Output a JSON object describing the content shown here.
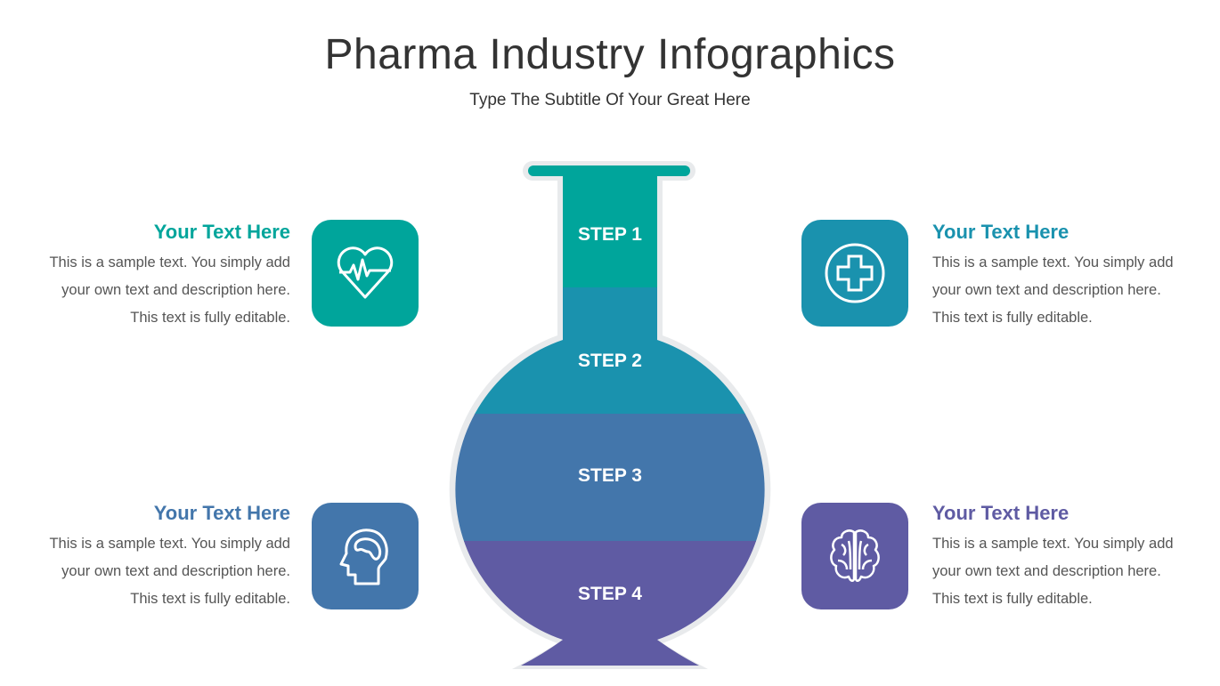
{
  "header": {
    "title": "Pharma Industry Infographics",
    "subtitle": "Type The Subtitle Of Your Great Here"
  },
  "steps": [
    {
      "label": "STEP 1",
      "color": "#00A59B"
    },
    {
      "label": "STEP 2",
      "color": "#1A92AE"
    },
    {
      "label": "STEP 3",
      "color": "#4376AB"
    },
    {
      "label": "STEP 4",
      "color": "#5F5BA3"
    }
  ],
  "items": [
    {
      "title": "Your Text Here",
      "text": "This is a sample text. You simply add your own text and description here. This text is fully editable.",
      "icon": "heartbeat-icon",
      "color": "#00A59B"
    },
    {
      "title": "Your Text Here",
      "text": "This is a sample text. You simply add your own text and description here. This text is fully editable.",
      "icon": "medical-cross-icon",
      "color": "#1A92AE"
    },
    {
      "title": "Your Text Here",
      "text": "This is a sample text. You simply add your own text and description here. This text is fully editable.",
      "icon": "head-brain-icon",
      "color": "#4376AB"
    },
    {
      "title": "Your Text Here",
      "text": "This is a sample text. You simply add your own text and description here. This text is fully editable.",
      "icon": "brain-icon",
      "color": "#5F5BA3"
    }
  ]
}
